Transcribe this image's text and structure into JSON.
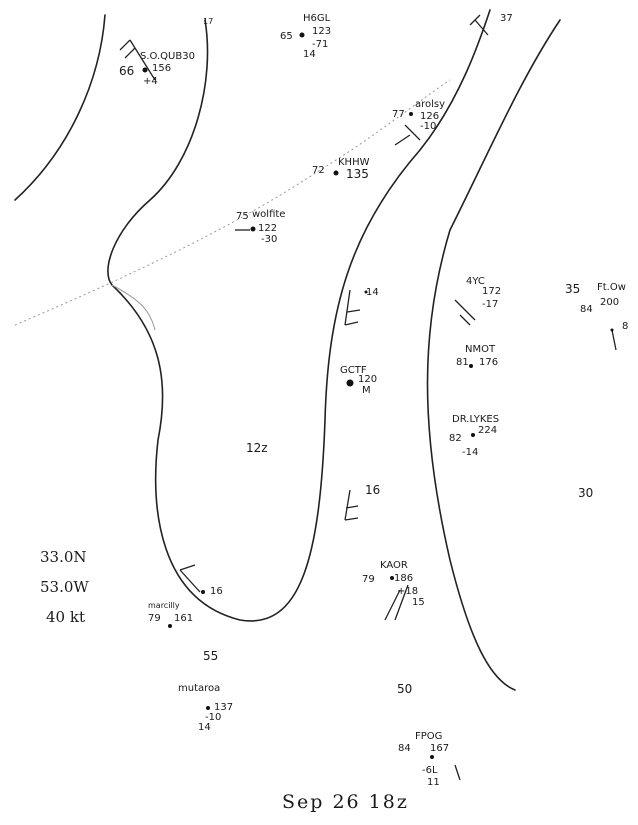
{
  "title": "Sep 26 18z",
  "storm_center": {
    "lat": "33.0N",
    "lon": "53.0W",
    "wind": "40 kt"
  },
  "time_label": "12z",
  "isobars": [
    "35",
    "30",
    "55",
    "50"
  ],
  "stations": {
    "s0": {
      "id": "S.O.QUB30",
      "left": "66",
      "val": "156",
      "sub": "+4"
    },
    "s1": {
      "id": "H6GL",
      "left": "65",
      "val": "123",
      "sub": "-71",
      "wind": "14"
    },
    "s2": {
      "id": "arolsy",
      "left": "77",
      "val": "126",
      "sub": "-10"
    },
    "s3": {
      "id": "KHHW",
      "left": "72",
      "val": "135"
    },
    "s4": {
      "id": "wolfite",
      "left": "75",
      "val": "122",
      "sub": "-30"
    },
    "s5": {
      "id": "4YC",
      "val": "172",
      "sub": "-17"
    },
    "s6": {
      "id": "Ft.Ow",
      "left": "84",
      "val": "200",
      "sub": "8"
    },
    "s7": {
      "id": "NMOT",
      "left": "81",
      "val": "176"
    },
    "s8": {
      "id": "GCTF",
      "val": "120",
      "sub": "M"
    },
    "s9": {
      "id": "DR.LYKES",
      "left": "82",
      "val": "224",
      "sub": "-14"
    },
    "s10": {
      "id": "KAOR",
      "left": "79",
      "val": "186",
      "sub": "+18",
      "wind": "15"
    },
    "s11": {
      "id": "marcilly",
      "left": "79",
      "val": "161"
    },
    "s12": {
      "id": "mutaroa",
      "val": "137",
      "sub": "-10",
      "wind": "14"
    },
    "s13": {
      "id": "FPOG",
      "left": "84",
      "val": "167",
      "sub": "-6L",
      "wind": "11"
    }
  },
  "barb_values": {
    "b1": "14",
    "b2": "16",
    "b3": "16",
    "b4": "37"
  },
  "misc": {
    "t17": "17"
  }
}
